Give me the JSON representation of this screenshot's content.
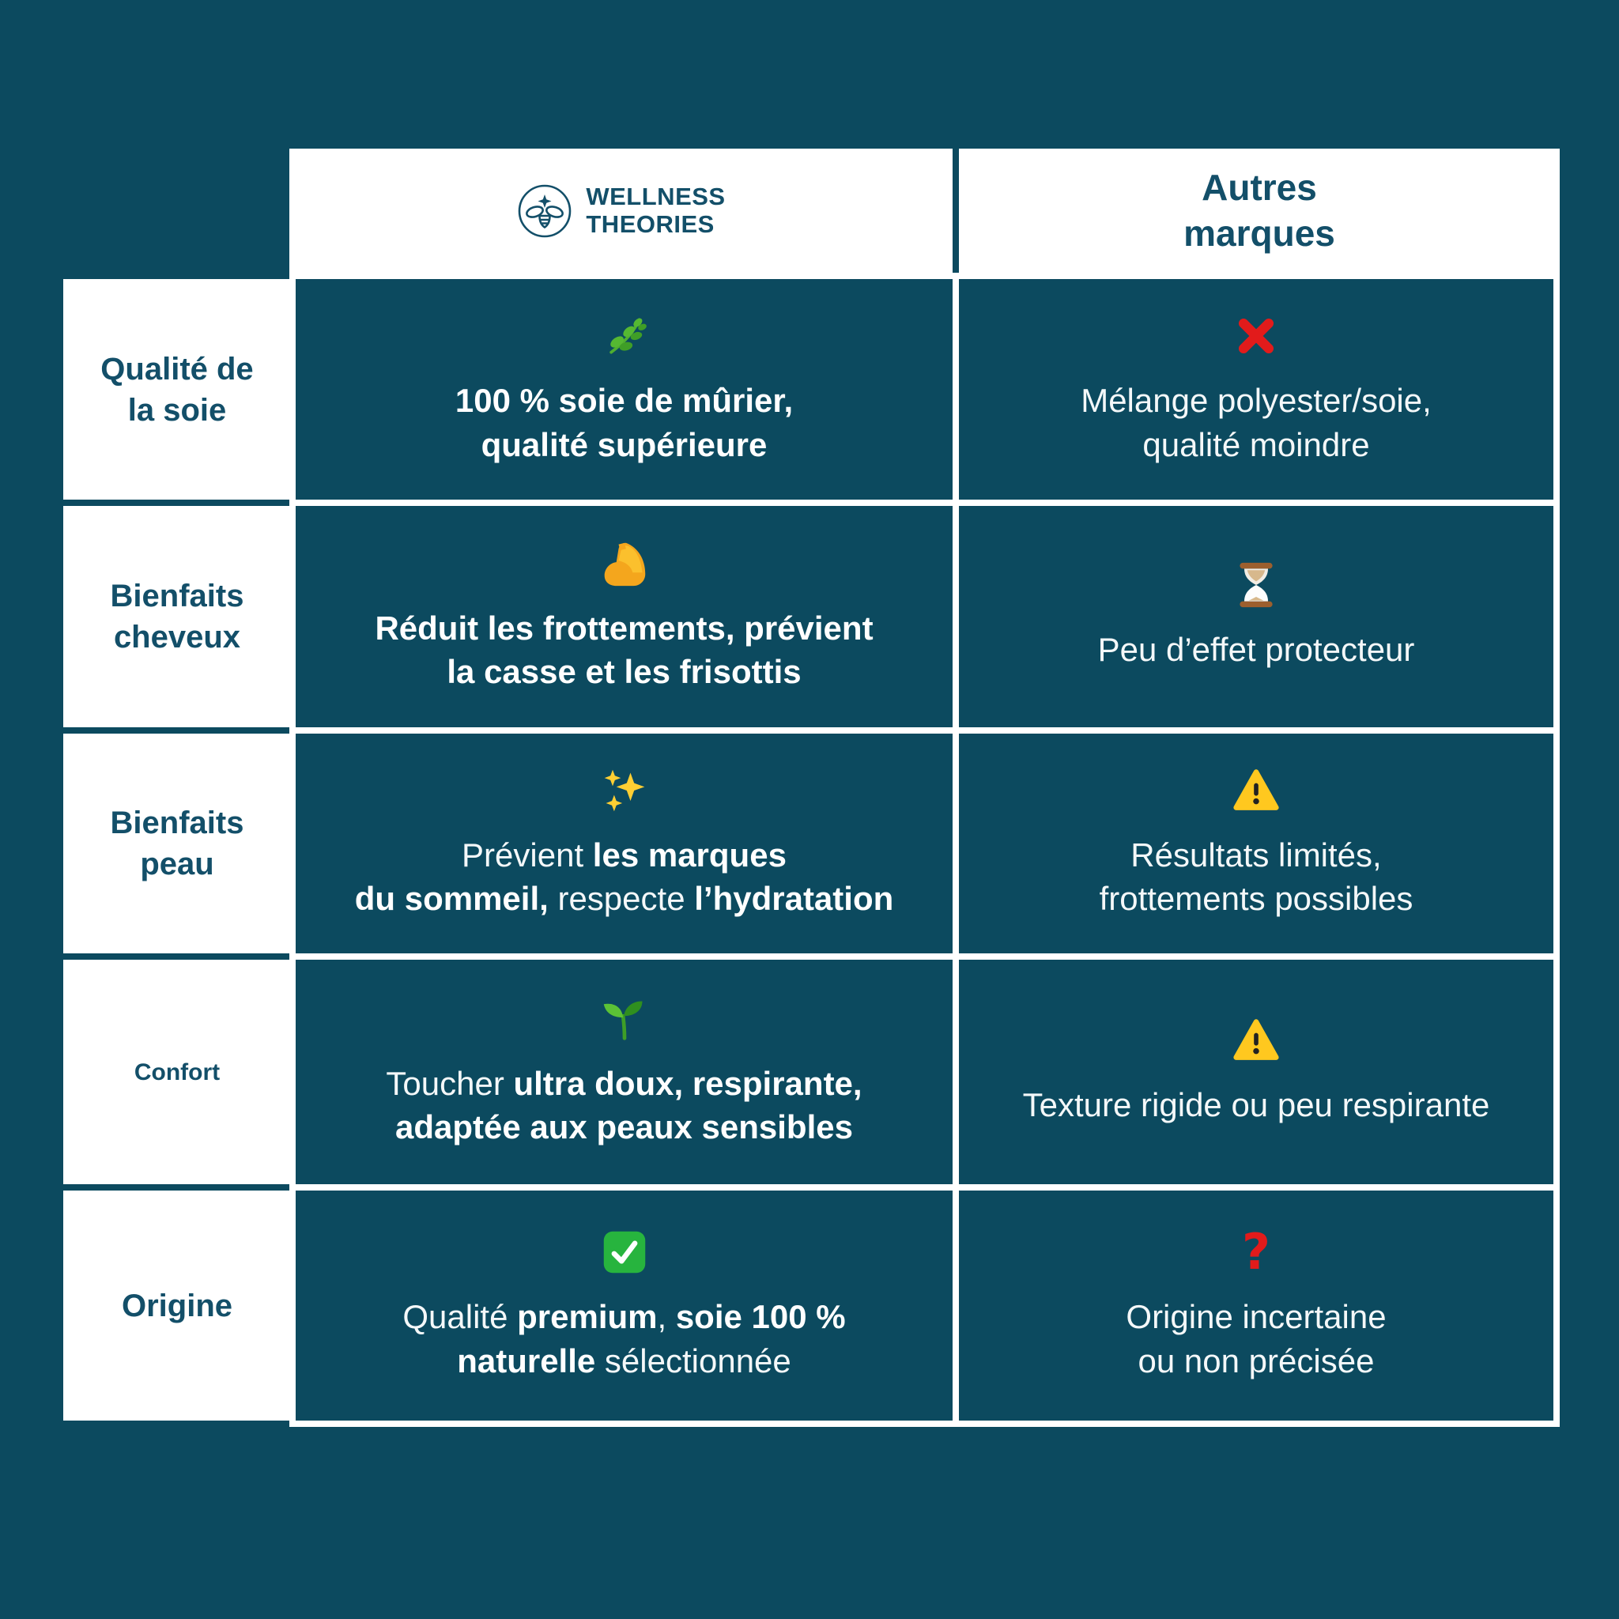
{
  "colors": {
    "background": "#0C4A5F",
    "cell_background": "#0C4A5F",
    "panel_white": "#FFFFFF",
    "heading_text": "#134F69",
    "body_text": "#FFFFFF",
    "negative_red": "#E21B1B",
    "check_green": "#27B43E",
    "warning_yellow": "#FFC81F"
  },
  "header": {
    "brand": {
      "logo_icon": "bee-logo-icon",
      "line1": "WELLNESS",
      "line2": "THEORIES"
    },
    "others": {
      "label": "Autres\nmarques"
    }
  },
  "rows": [
    {
      "label": "Qualité de\nla soie",
      "wellness": {
        "icon": "herb-icon",
        "segments": [
          {
            "text": "100 % soie de mûrier,\nqualité supérieure",
            "bold": true
          }
        ]
      },
      "others": {
        "icon": "cross-mark-icon",
        "segments": [
          {
            "text": "Mélange polyester/soie,\nqualité moindre",
            "bold": false
          }
        ]
      }
    },
    {
      "label": "Bienfaits\ncheveux",
      "wellness": {
        "icon": "flexed-biceps-icon",
        "segments": [
          {
            "text": "Réduit les frottements, prévient\nla casse et les frisottis",
            "bold": true
          }
        ]
      },
      "others": {
        "icon": "hourglass-icon",
        "segments": [
          {
            "text": "Peu d’effet protecteur",
            "bold": false
          }
        ]
      }
    },
    {
      "label": "Bienfaits\npeau",
      "wellness": {
        "icon": "sparkles-icon",
        "segments": [
          {
            "text": "Prévient ",
            "bold": false
          },
          {
            "text": "les marques\ndu sommeil,",
            "bold": true
          },
          {
            "text": " respecte ",
            "bold": false
          },
          {
            "text": "l’hydratation",
            "bold": true
          }
        ]
      },
      "others": {
        "icon": "warning-icon",
        "segments": [
          {
            "text": "Résultats limités,\nfrottements possibles",
            "bold": false
          }
        ]
      }
    },
    {
      "label": "Confort",
      "wellness": {
        "icon": "seedling-icon",
        "segments": [
          {
            "text": "Toucher ",
            "bold": false
          },
          {
            "text": "ultra doux, respirante,\nadaptée aux peaux sensibles",
            "bold": true
          }
        ]
      },
      "others": {
        "icon": "warning-icon",
        "segments": [
          {
            "text": "Texture rigide ou peu respirante",
            "bold": false
          }
        ]
      }
    },
    {
      "label": "Origine",
      "wellness": {
        "icon": "check-mark-icon",
        "segments": [
          {
            "text": "Qualité ",
            "bold": false
          },
          {
            "text": "premium",
            "bold": true
          },
          {
            "text": ", ",
            "bold": false
          },
          {
            "text": "soie 100 %\nnaturelle",
            "bold": true
          },
          {
            "text": " sélectionnée",
            "bold": false
          }
        ]
      },
      "others": {
        "icon": "question-mark-icon",
        "icon_glyph": "?",
        "segments": [
          {
            "text": "Origine incertaine\nou non précisée",
            "bold": false
          }
        ]
      }
    }
  ]
}
